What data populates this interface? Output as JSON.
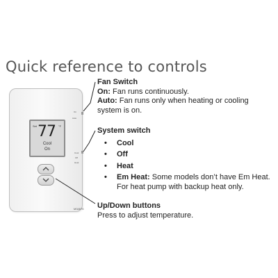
{
  "title": "Quick reference to controls",
  "device": {
    "display": {
      "set_label": "Set",
      "temperature": "77",
      "degree": "°F",
      "mode": "Cool",
      "status": "On"
    },
    "fan_labels": [
      "On",
      "Auto"
    ],
    "system_labels": [
      "Cool",
      "Off",
      "Heat"
    ],
    "model_number": "M34675"
  },
  "fan_switch": {
    "heading": "Fan Switch",
    "on_label": "On:",
    "on_text": "Fan runs continuously.",
    "auto_label": "Auto:",
    "auto_text": "Fan runs only when heating or cooling system is on."
  },
  "system_switch": {
    "heading": "System switch",
    "options": [
      {
        "label": "Cool",
        "text": ""
      },
      {
        "label": "Off",
        "text": ""
      },
      {
        "label": "Heat",
        "text": ""
      },
      {
        "label": "Em Heat:",
        "text": "Some models don’t have Em Heat. For heat pump with backup heat only."
      }
    ]
  },
  "updown": {
    "heading": "Up/Down buttons",
    "text": "Press to adjust temperature."
  },
  "colors": {
    "text": "#222222",
    "title": "#555555",
    "device_border": "#bdbdbd",
    "screen_bg": "#d9d9d9"
  }
}
